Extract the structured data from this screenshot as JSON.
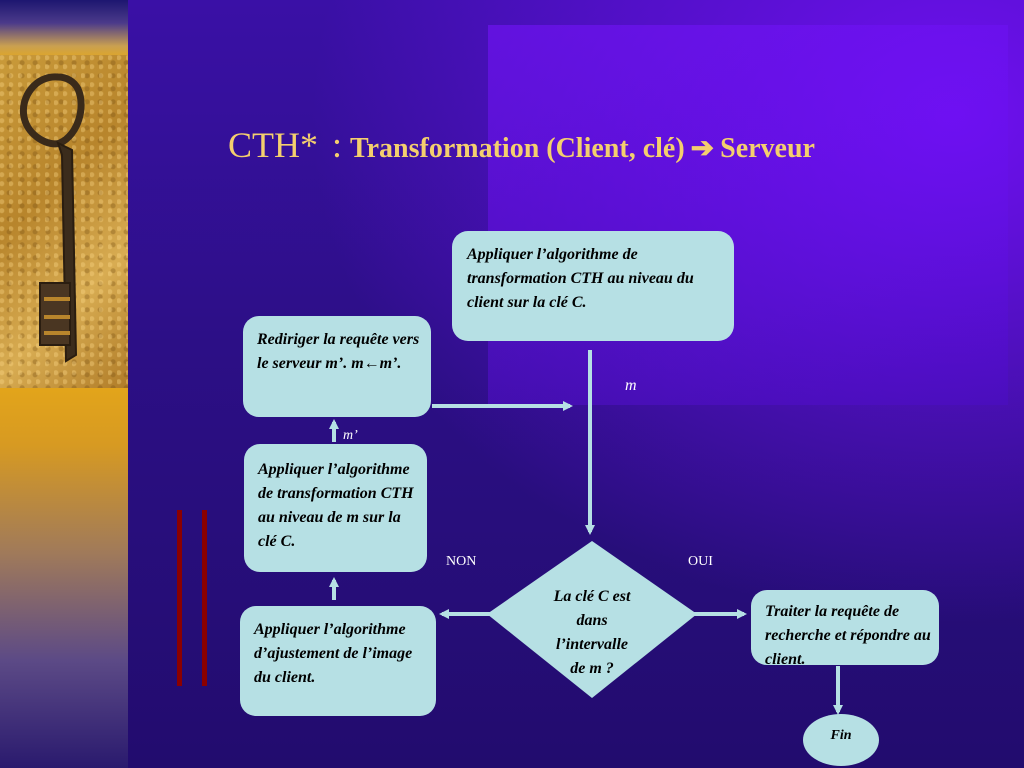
{
  "title": {
    "prefix": "CTH*",
    "separator": ":",
    "text_before_arrow": "Transformation (Client, clé)",
    "arrow": "➔",
    "text_after_arrow": "Serveur"
  },
  "flow": {
    "box_top": "Appliquer l’algorithme de transformation CTH au niveau du client sur la clé C.",
    "box_redirect": "Rediriger la requête vers le serveur m’. m←m’.",
    "box_apply_m": "Appliquer l’algorithme de transformation CTH au niveau de m sur la clé C.",
    "box_adjust": "Appliquer l’algorithme d’ajustement de l’image du client.",
    "decision": "La clé C est dans l’intervalle de m ?",
    "box_process": "Traiter la requête de recherche et répondre au client.",
    "end": "Fin",
    "label_m": "m",
    "label_m_prime": "m’",
    "label_non": "NON",
    "label_oui": "OUI"
  },
  "colors": {
    "box_fill": "#b6e0e4",
    "arrow": "#b6e0e4",
    "title": "#f4cf6e",
    "accent_bar": "#8b0000"
  },
  "icons": {
    "key": "key-photo"
  }
}
